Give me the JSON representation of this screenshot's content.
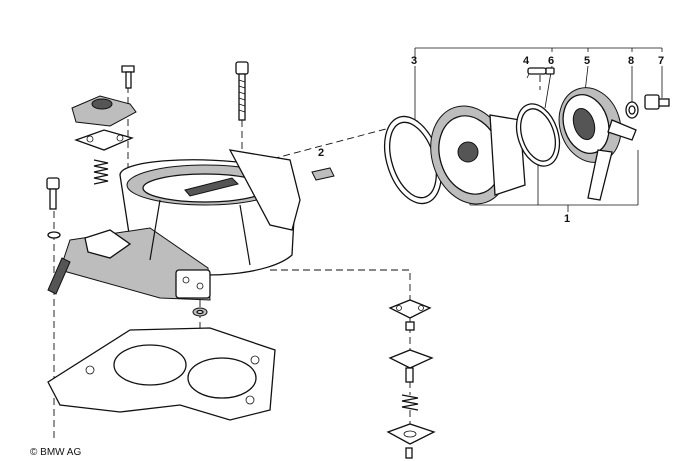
{
  "diagram": {
    "callouts": {
      "c1": "1",
      "c2": "2",
      "c3": "3",
      "c4": "4",
      "c5": "5",
      "c6": "6",
      "c7": "7",
      "c8": "8"
    },
    "copyright": "© BMW AG"
  }
}
